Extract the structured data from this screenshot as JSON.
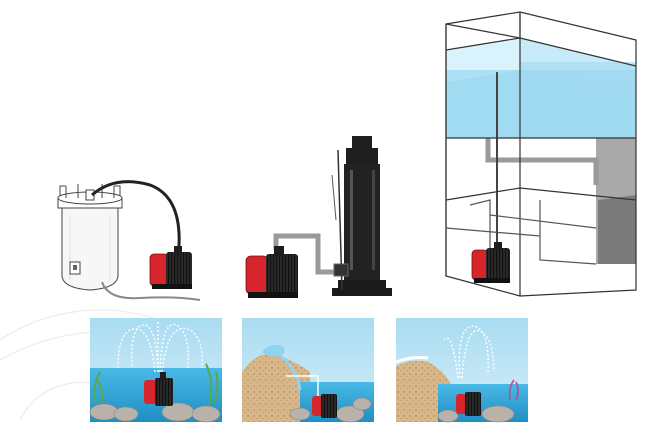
{
  "scenes": {
    "canister_filter": {
      "name": "canister-filter-setup"
    },
    "protein_skimmer": {
      "name": "protein-skimmer-setup"
    },
    "aquarium_sump": {
      "name": "aquarium-sump-setup"
    },
    "pond_fountain": {
      "name": "pond-fountain-panel"
    },
    "waterfall": {
      "name": "waterfall-panel"
    },
    "stream": {
      "name": "stream-panel"
    }
  },
  "colors": {
    "pump_red": "#d7262b",
    "pump_dark": "#2b2b2b",
    "pump_black": "#1e1e1e",
    "hose": "#222222",
    "pipe_gray": "#9a9a9a",
    "sky": "#d6eef8",
    "sky_top": "#a9dcf2",
    "water": "#2fa6d8",
    "water_light": "#8fd3f0",
    "tank_water": "#aee2f5",
    "tank_line": "#333333",
    "sump_shade": "#d9d9d9",
    "sand": "#d8b88a",
    "rock": "#b8b2aa",
    "plant": "#5aa84a"
  }
}
